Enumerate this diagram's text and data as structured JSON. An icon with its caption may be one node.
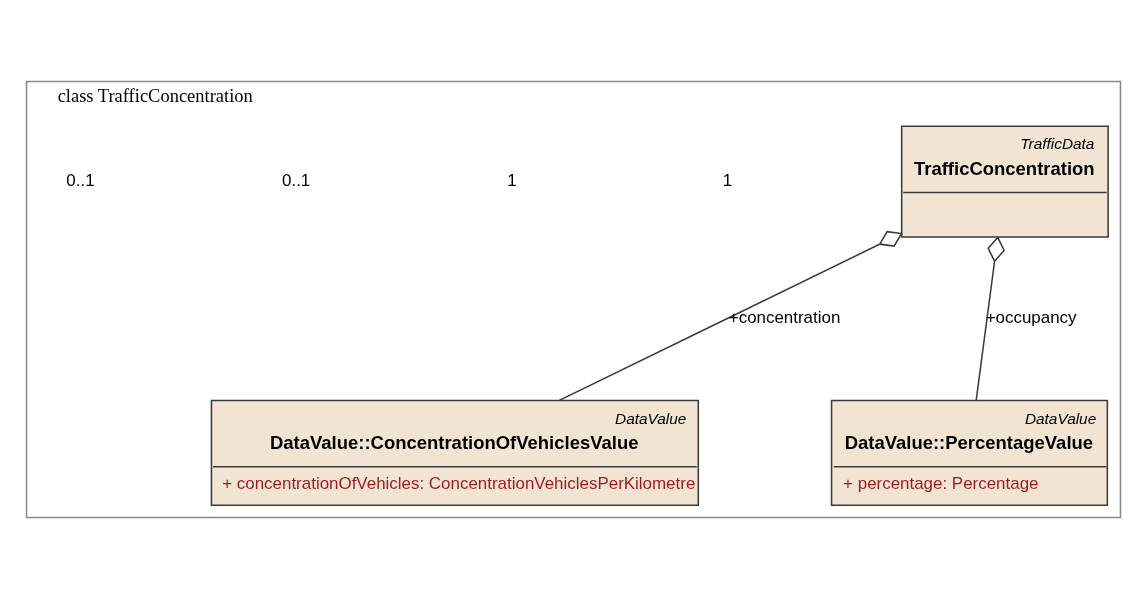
{
  "diagram": {
    "nodes": [
      {
        "text": [
          "class TrafficConcentration"
        ]
      },
      {
        "text": [
          "TrafficData",
          "TrafficConcentration"
        ],
        "in": 0
      },
      {
        "text": [
          "DataValue",
          "DataValue::ConcentrationOfVehiclesValue",
          "+ concentrationOfVehicles: ConcentrationVehiclesPerKilometre"
        ],
        "in": 0
      },
      {
        "text": [
          "DataValue",
          "DataValue::PercentageValue",
          "+ percentage: Percentage"
        ],
        "in": 0
      }
    ],
    "edges": [
      {
        "from": 1,
        "to": 2,
        "arrow": "other",
        "label": "+concentration"
      },
      {
        "from": 1,
        "to": 3,
        "arrow": "other",
        "label": "+occupancy"
      }
    ],
    "labels": [
      "1",
      "1",
      "0..1",
      "0..1"
    ]
  }
}
